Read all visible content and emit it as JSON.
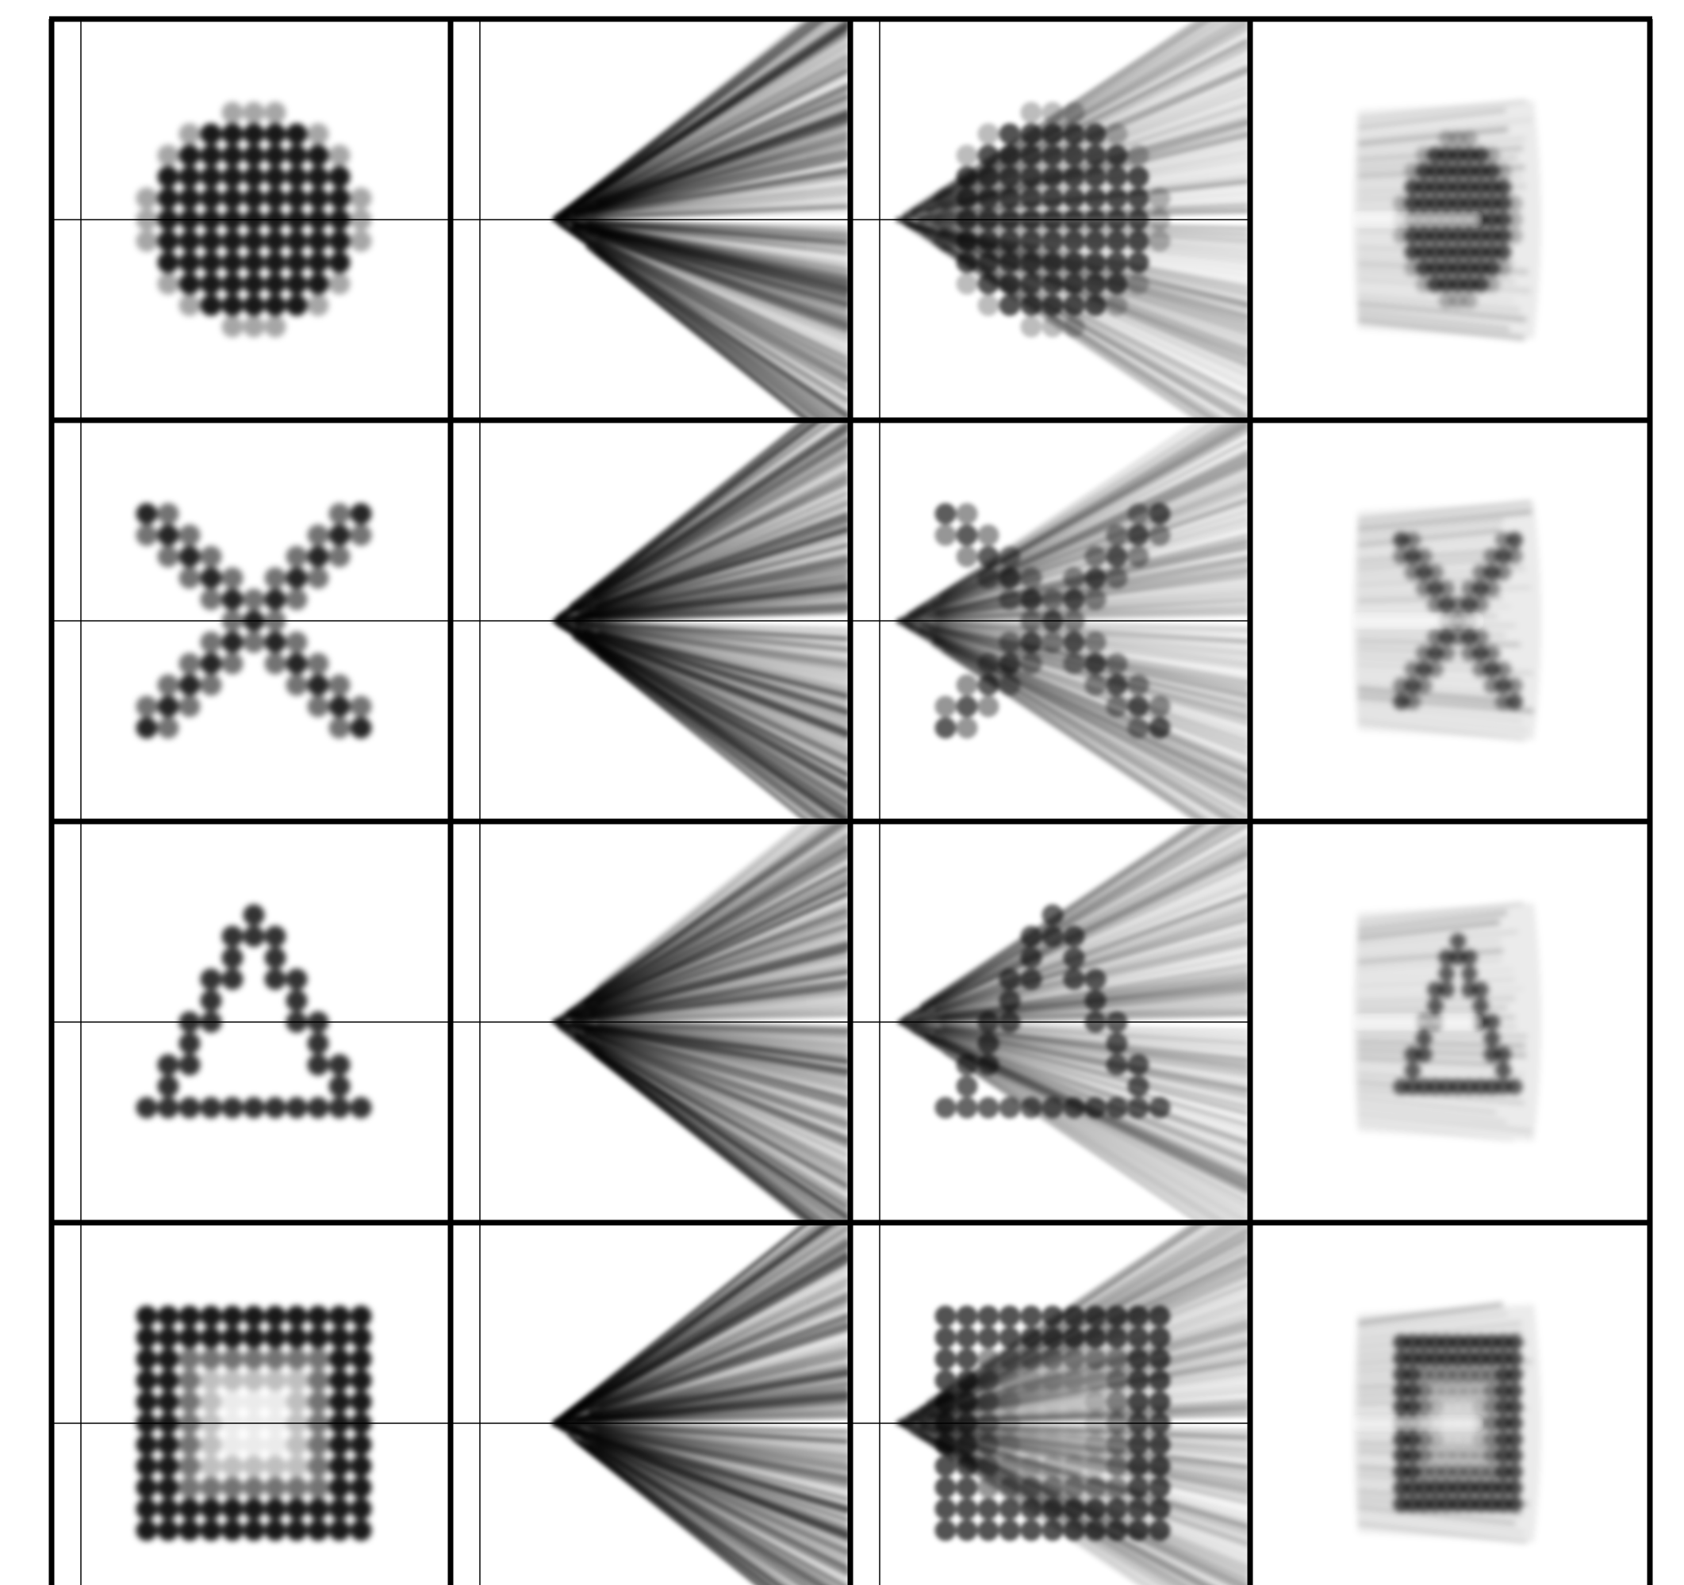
{
  "figure": {
    "grid": {
      "rows": 4,
      "columns": 4
    },
    "shapes": [
      "circle",
      "x-cross",
      "triangle-outline",
      "square-outline"
    ],
    "panels": [
      "original",
      "radial-streaks",
      "superimposed",
      "warped"
    ],
    "colors": {
      "background": "#ffffff",
      "ink": "#000000",
      "border": "#000000",
      "crosshair": "#000000"
    },
    "blur": true
  }
}
